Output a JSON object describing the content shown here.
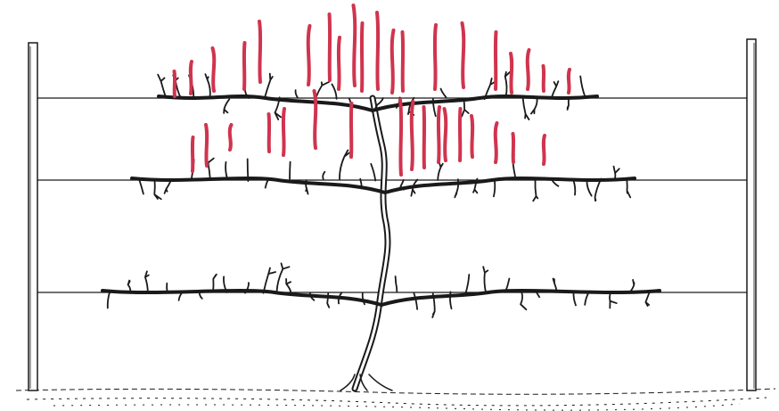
{
  "image": {
    "subject": "espalier-tree",
    "style": "line-drawing",
    "colors": {
      "ink": "#1a1a1a",
      "new_growth": "#d0344e",
      "background": "#ffffff"
    },
    "tiers": 3,
    "support_posts": 2,
    "support_wires": 3
  }
}
